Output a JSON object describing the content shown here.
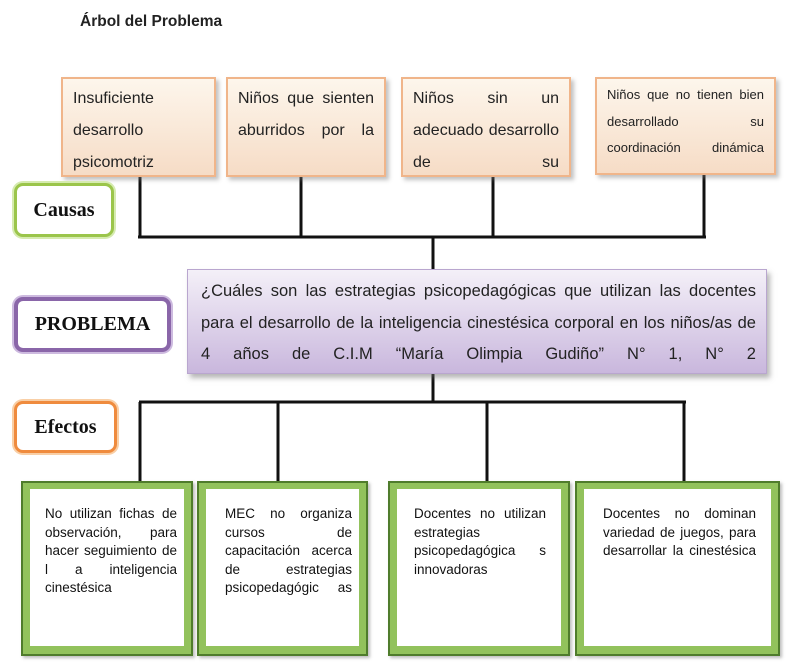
{
  "title": "Árbol del Problema",
  "labels": {
    "causes": "Causas",
    "problem": "PROBLEMA",
    "effects": "Efectos"
  },
  "causes": [
    "Insuficiente desarrollo psicomotriz",
    "Niños que sienten aburridos por la",
    "Niños sin un adecuado desarrollo de su",
    "Niños que no tienen bien desarrollado su coordinación dinámica"
  ],
  "problem": "¿Cuáles son las estrategias psicopedagógicas que utilizan las docentes para el desarrollo de la inteligencia cinestésica corporal en los niños/as de 4 años de C.I.M “María Olimpia Gudiño” N° 1, N° 2",
  "effects": [
    "No utilizan fichas de observación, para hacer seguimiento de l a inteligencia cinestésica",
    "MEC no organiza cursos de capacitación acerca de estrategias psicopedagógic as",
    "Docentes no utilizan estrategias psicopedagógica s innovadoras",
    "Docentes no dominan variedad de juegos, para desarrollar la cinestésica"
  ],
  "colors": {
    "cause_border": "#f0b58a",
    "causes_label": "#9bc54b",
    "problem_label": "#8a66a9",
    "effects_label": "#ef8b3e",
    "effect_fill": "#92c25c",
    "connector": "#111111"
  }
}
